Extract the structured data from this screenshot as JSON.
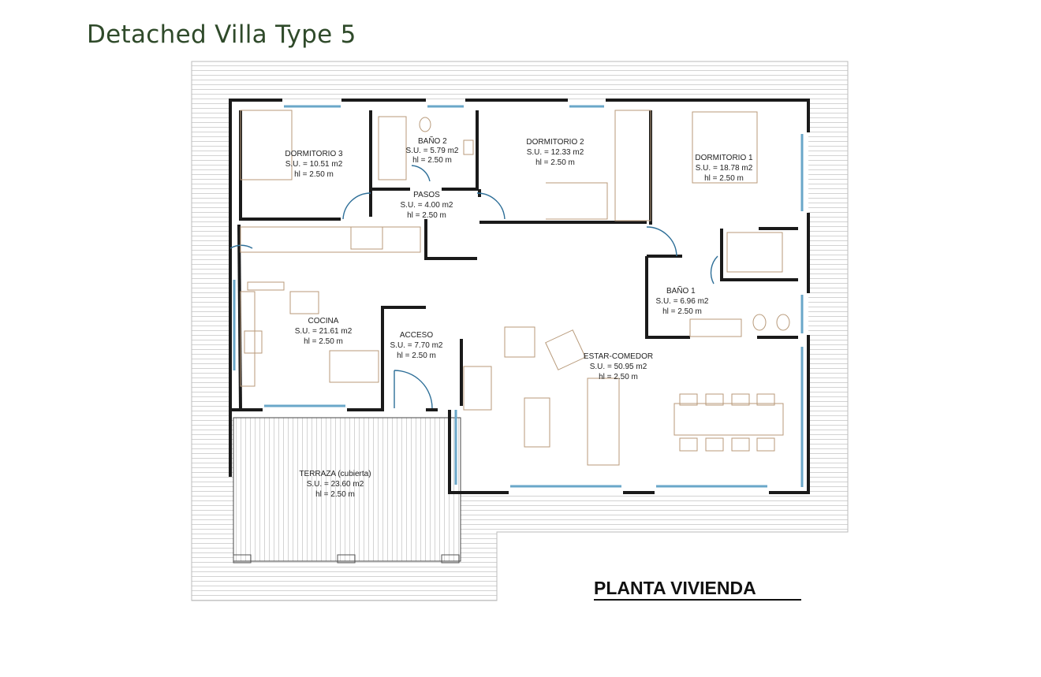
{
  "title": "Detached Villa Type 5",
  "plan_caption": "PLANTA VIVIENDA",
  "rooms": [
    {
      "name": "DORMITORIO 3",
      "area": "S.U. = 10.51 m2",
      "height": "hl = 2.50 m"
    },
    {
      "name": "BAÑO 2",
      "area": "S.U. = 5.79 m2",
      "height": "hl = 2.50 m"
    },
    {
      "name": "DORMITORIO 2",
      "area": "S.U. = 12.33 m2",
      "height": "hl = 2.50 m"
    },
    {
      "name": "DORMITORIO 1",
      "area": "S.U. = 18.78 m2",
      "height": "hl = 2.50 m"
    },
    {
      "name": "PASOS",
      "area": "S.U. = 4.00 m2",
      "height": "hl = 2.50 m"
    },
    {
      "name": "BAÑO 1",
      "area": "S.U. = 6.96 m2",
      "height": "hl = 2.50 m"
    },
    {
      "name": "COCINA",
      "area": "S.U. = 21.61 m2",
      "height": "hl = 2.50 m"
    },
    {
      "name": "ACCESO",
      "area": "S.U. = 7.70 m2",
      "height": "hl = 2.50 m"
    },
    {
      "name": "ESTAR-COMEDOR",
      "area": "S.U. = 50.95 m2",
      "height": "hl = 2.50 m"
    },
    {
      "name": "TERRAZA (cubierta)",
      "area": "S.U. = 23.60 m2",
      "height": "hl = 2.50 m"
    }
  ],
  "colors": {
    "walls": "#1a1a1a",
    "windows": "#6aa7c9",
    "furniture": "#b89a7a",
    "title": "#2f4a2a"
  }
}
